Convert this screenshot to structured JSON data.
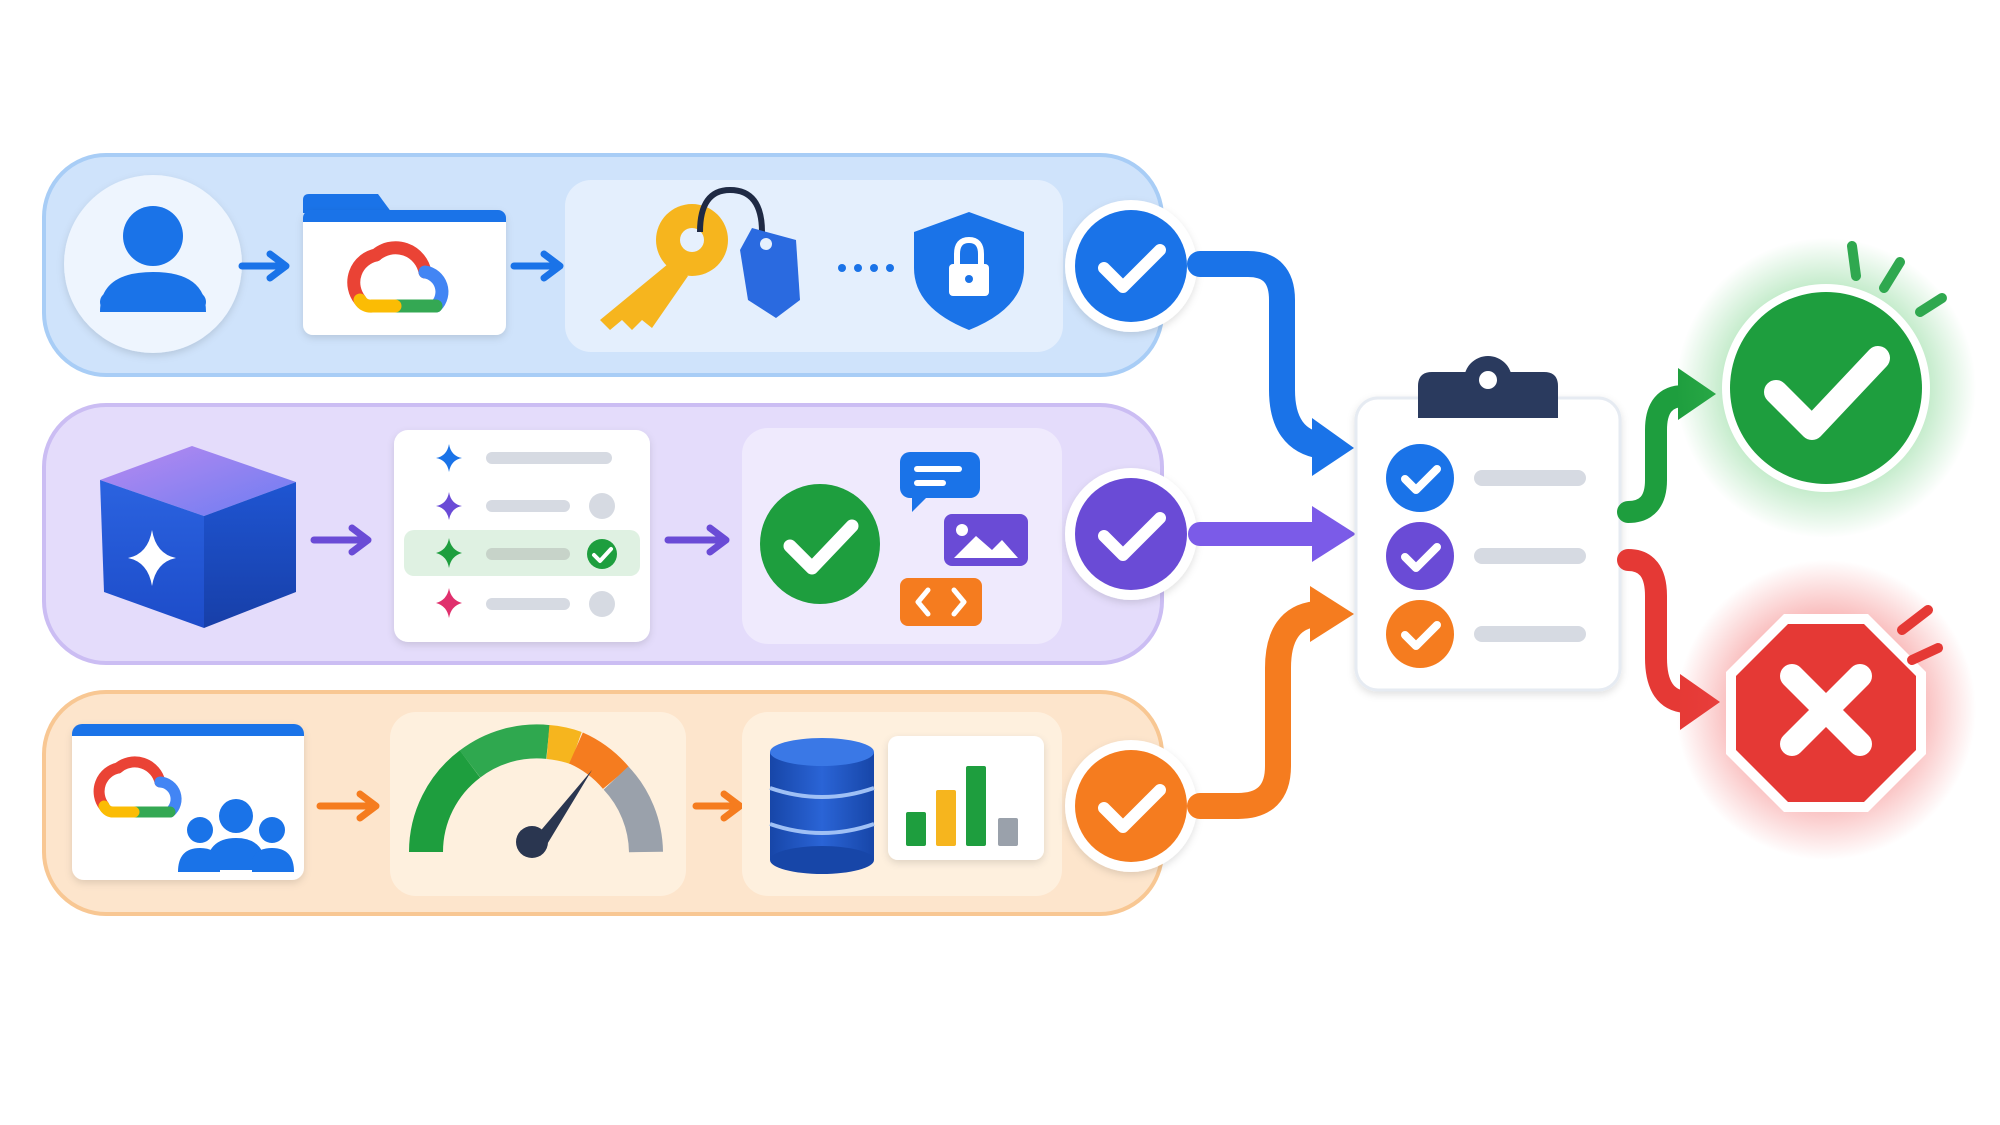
{
  "diagram": {
    "rows": [
      {
        "id": "auth",
        "accent": "#1a73e8",
        "panel_fill": "#cfe3fb",
        "panel_stroke": "#a8cdf6",
        "steps": [
          "user-icon",
          "cloud-folder-icon",
          "key-tag-shield-icon"
        ],
        "result": "check-icon"
      },
      {
        "id": "model",
        "accent": "#6a4bd6",
        "panel_fill": "#e4dcfb",
        "panel_stroke": "#cbbdf3",
        "steps": [
          "ai-cube-icon",
          "prompt-list-icon",
          "multimodal-output-icon"
        ],
        "result": "check-icon"
      },
      {
        "id": "metrics",
        "accent": "#f57c1f",
        "panel_fill": "#fde5cc",
        "panel_stroke": "#f8c793",
        "steps": [
          "cloud-team-icon",
          "gauge-icon",
          "database-chart-icon"
        ],
        "result": "check-icon"
      }
    ],
    "checklist": {
      "icon": "clipboard-checklist-icon",
      "item_colors": [
        "#1a73e8",
        "#6a4bd6",
        "#f57c1f"
      ]
    },
    "outcomes": [
      {
        "id": "pass",
        "icon": "success-check-icon",
        "color": "#1e9e3e"
      },
      {
        "id": "fail",
        "icon": "stop-x-icon",
        "color": "#e53935"
      }
    ],
    "colors": {
      "blue": "#1a73e8",
      "purple": "#6a4bd6",
      "orange": "#f57c1f",
      "green": "#1e9e3e",
      "red": "#e53935"
    }
  }
}
